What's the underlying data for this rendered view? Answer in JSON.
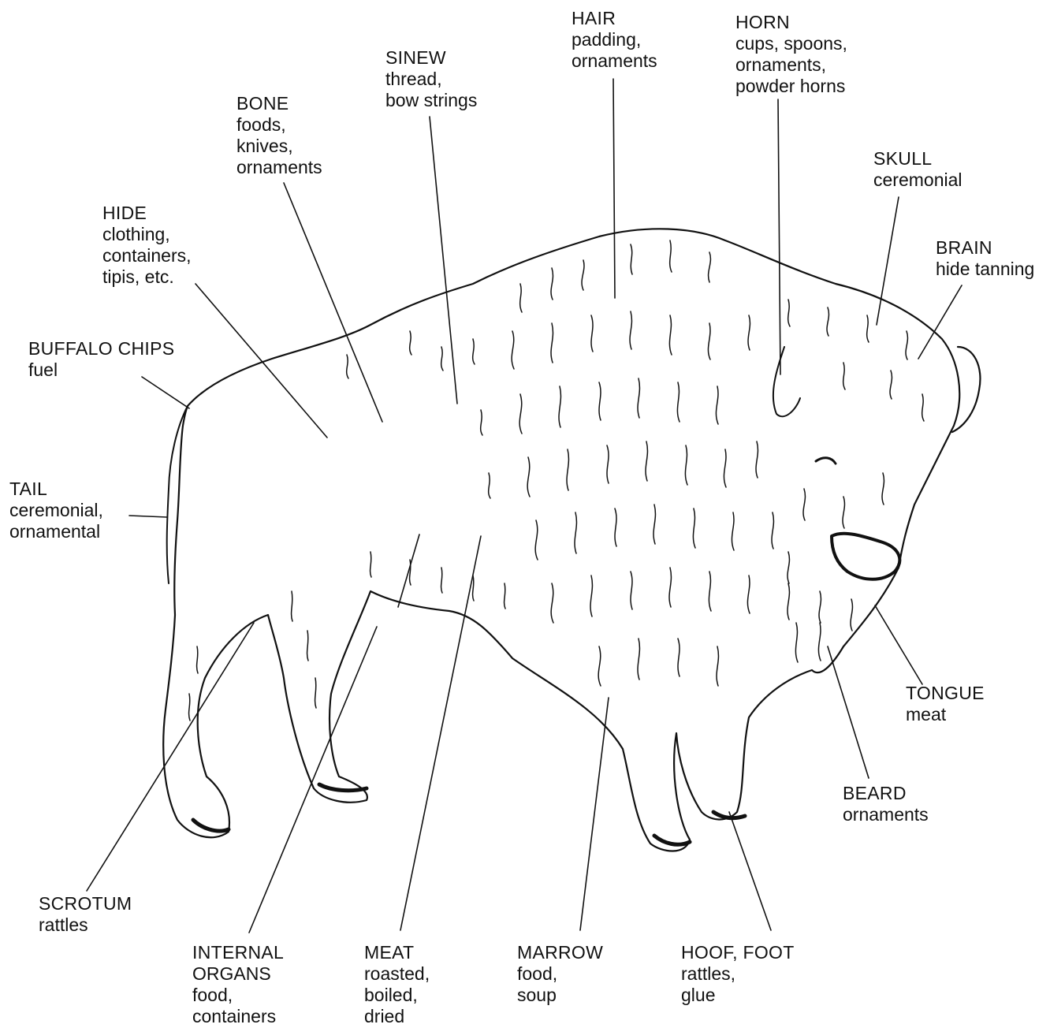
{
  "labels": {
    "hair": {
      "part": "HAIR",
      "uses": [
        "padding,",
        "ornaments"
      ]
    },
    "horn": {
      "part": "HORN",
      "uses": [
        "cups, spoons,",
        "ornaments,",
        "powder horns"
      ]
    },
    "sinew": {
      "part": "SINEW",
      "uses": [
        "thread,",
        "bow strings"
      ]
    },
    "bone": {
      "part": "BONE",
      "uses": [
        "foods,",
        "knives,",
        "ornaments"
      ]
    },
    "skull": {
      "part": "SKULL",
      "uses": [
        "ceremonial"
      ]
    },
    "brain": {
      "part": "BRAIN",
      "uses": [
        "hide tanning"
      ]
    },
    "hide": {
      "part": "HIDE",
      "uses": [
        "clothing,",
        "containers,",
        "tipis, etc."
      ]
    },
    "buffalo_chips": {
      "part": "BUFFALO CHIPS",
      "uses": [
        "fuel"
      ]
    },
    "tail": {
      "part": "TAIL",
      "uses": [
        "ceremonial,",
        "ornamental"
      ]
    },
    "tongue": {
      "part": "TONGUE",
      "uses": [
        "meat"
      ]
    },
    "beard": {
      "part": "BEARD",
      "uses": [
        "ornaments"
      ]
    },
    "scrotum": {
      "part": "SCROTUM",
      "uses": [
        "rattles"
      ]
    },
    "internal_organs": {
      "part": "INTERNAL",
      "uses": [
        "ORGANS",
        "food,",
        "containers"
      ]
    },
    "meat": {
      "part": "MEAT",
      "uses": [
        "roasted,",
        "boiled,",
        "dried"
      ]
    },
    "marrow": {
      "part": "MARROW",
      "uses": [
        "food,",
        "soup"
      ]
    },
    "hoof_foot": {
      "part": "HOOF, FOOT",
      "uses": [
        "rattles,",
        "glue"
      ]
    }
  },
  "colors": {
    "ink": "#111111",
    "background": "#ffffff"
  }
}
